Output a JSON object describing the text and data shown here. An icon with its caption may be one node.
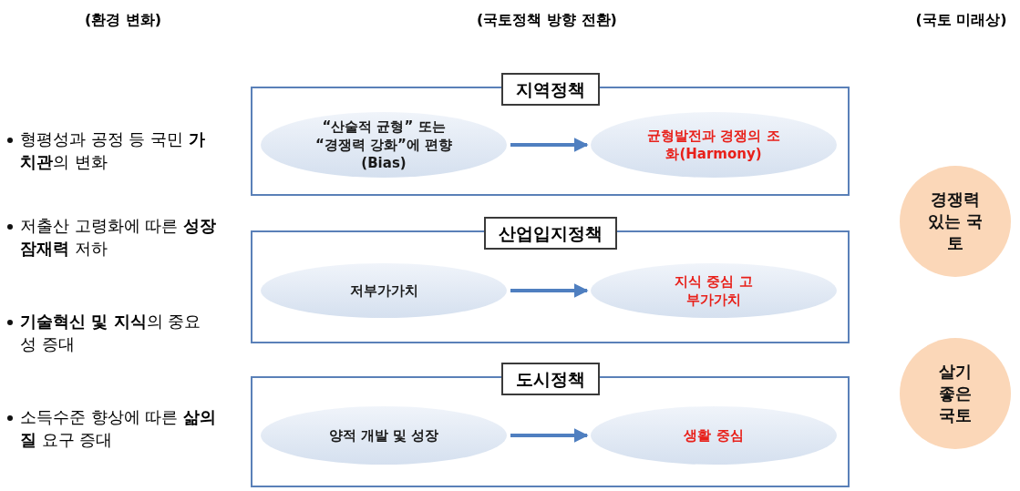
{
  "diagram": {
    "nodes": [
      {
        "text": [
          "지역정책"
        ]
      },
      {
        "text": [
          "“산술적 균형” 또는 “경쟁력 강화”에 편향(Bias)"
        ],
        "in": 0
      },
      {
        "text": [
          "균형발전과 경쟁의 조화(Harmony)"
        ],
        "in": 0
      },
      {
        "text": [
          "산업입지정책"
        ]
      },
      {
        "text": [
          "저부가가치"
        ],
        "in": 3
      },
      {
        "text": [
          "지식 중심 고부가가치"
        ],
        "in": 3
      },
      {
        "text": [
          "도시정책"
        ]
      },
      {
        "text": [
          "양적 개발 및 성장"
        ],
        "in": 6
      },
      {
        "text": [
          "생활 중심"
        ],
        "in": 6
      },
      {
        "text": [
          "경쟁력 있는 국토"
        ]
      },
      {
        "text": [
          "살기 좋은 국토"
        ]
      }
    ],
    "edges": [
      {
        "from": 1,
        "to": 2,
        "arrow": "to"
      },
      {
        "from": 4,
        "to": 5,
        "arrow": "to"
      },
      {
        "from": 7,
        "to": 8,
        "arrow": "to"
      }
    ],
    "labels": [
      "(환경 변화)",
      "(국토정책 방향 전환)",
      "(국토 미래상)",
      "형평성과 공정 등 국민 **가치관**의 변화",
      "저출산 고령화에 따른 **성장잠재력** 저하",
      "**기술혁신 및 지식**의 중요성 증대",
      "소득수준 향상에 따른 **삶의 질** 요구 증대"
    ]
  }
}
